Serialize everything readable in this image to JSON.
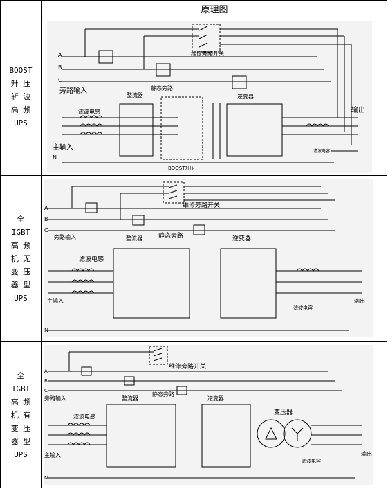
{
  "header": {
    "title": "原理图"
  },
  "rows": [
    {
      "label_lines": [
        "BOOST",
        "升 压",
        "斩 波",
        "高 频",
        "UPS"
      ],
      "texts": {
        "bypass_switch": "维修旁路开关",
        "bypass_input": "旁路输入",
        "rectifier": "整流器",
        "static_bypass": "静态旁路",
        "inverter": "逆变器",
        "filter_inductor": "滤波电感",
        "main_input": "主输入",
        "output": "输出",
        "filter_cap": "滤波电容",
        "boost": "BOOST升压",
        "phase_a": "A",
        "phase_b": "B",
        "phase_c": "C",
        "neutral": "N"
      }
    },
    {
      "label_lines": [
        "全",
        "IGBT",
        "高 频",
        "机 无",
        "变 压",
        "器 型",
        "UPS"
      ],
      "texts": {
        "bypass_switch": "维修旁路开关",
        "bypass_input": "旁路输入",
        "rectifier": "整流器",
        "static_bypass": "静态旁路",
        "inverter": "逆变器",
        "filter_inductor": "滤波电感",
        "main_input": "主输入",
        "output": "输出",
        "filter_cap": "滤波电容",
        "phase_a": "A",
        "phase_b": "B",
        "phase_c": "C",
        "neutral": "N"
      }
    },
    {
      "label_lines": [
        "全",
        "IGBT",
        "高 频",
        "机 有",
        "变 压",
        "器 型",
        "UPS"
      ],
      "texts": {
        "bypass_switch": "维修旁路开关",
        "bypass_input": "旁路输入",
        "rectifier": "整流器",
        "static_bypass": "静态旁路",
        "inverter": "逆变器",
        "transformer": "变压器",
        "filter_inductor": "滤波电感",
        "main_input": "主输入",
        "output": "输出",
        "filter_cap": "滤波电容",
        "phase_a": "A",
        "phase_b": "B",
        "phase_c": "C",
        "neutral": "N"
      }
    }
  ]
}
